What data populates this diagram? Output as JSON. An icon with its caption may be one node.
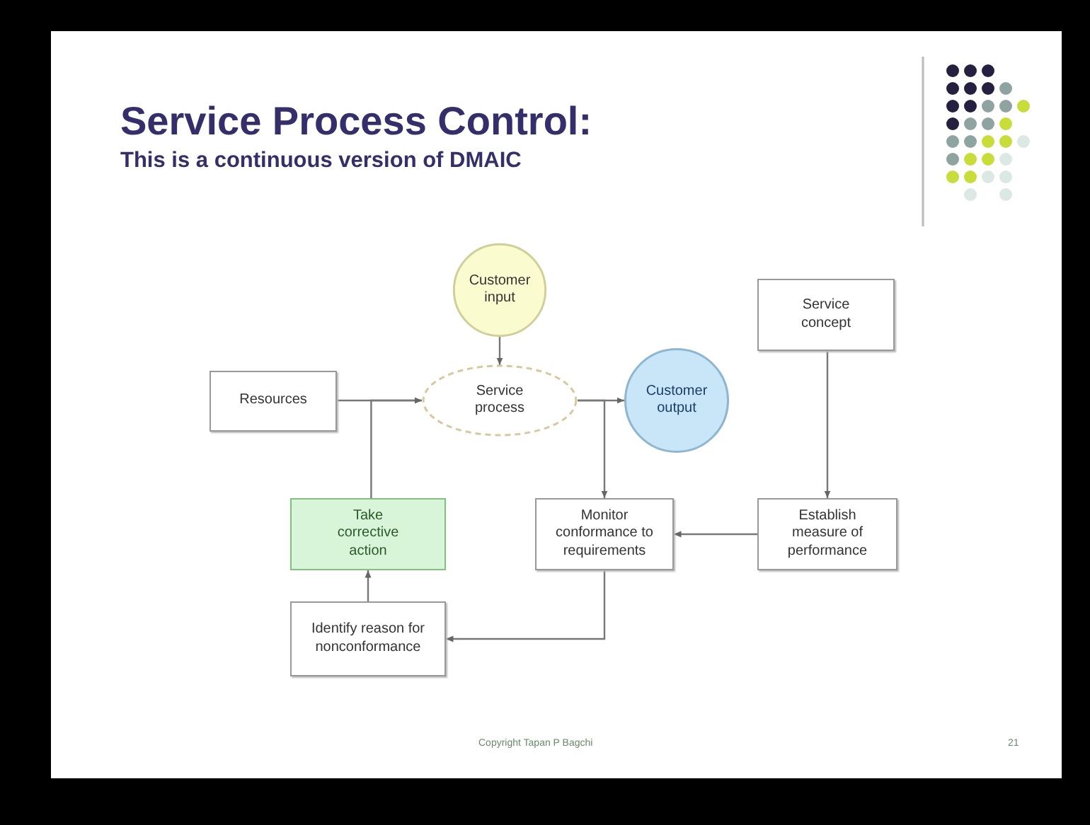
{
  "diagram": {
    "title": "Service Process Control:",
    "caption": "This is a continuous version of DMAIC",
    "nodes": [
      {
        "text": [
          "Customer input"
        ]
      },
      {
        "text": [
          "Resources"
        ]
      },
      {
        "text": [
          "Service process"
        ]
      },
      {
        "text": [
          "Customer output"
        ]
      },
      {
        "text": [
          "Service concept"
        ]
      },
      {
        "text": [
          "Take corrective action"
        ]
      },
      {
        "text": [
          "Monitor conformance to requirements"
        ]
      },
      {
        "text": [
          "Establish measure of performance"
        ]
      },
      {
        "text": [
          "Identify reason for nonconformance"
        ]
      }
    ],
    "edges": [
      {
        "from": 0,
        "to": 2,
        "arrow": "to"
      },
      {
        "from": 1,
        "to": 2,
        "arrow": "to"
      },
      {
        "from": 5,
        "to": 2,
        "arrow": "to"
      },
      {
        "from": 2,
        "to": 3,
        "arrow": "to"
      },
      {
        "from": 2,
        "to": 6,
        "arrow": "to"
      },
      {
        "from": 4,
        "to": 7,
        "arrow": "to"
      },
      {
        "from": 7,
        "to": 6,
        "arrow": "to"
      },
      {
        "from": 6,
        "to": 8,
        "arrow": "to"
      },
      {
        "from": 8,
        "to": 5,
        "arrow": "to"
      }
    ],
    "labels": [
      "Copyright Tapan P Bagchi",
      "21"
    ]
  }
}
